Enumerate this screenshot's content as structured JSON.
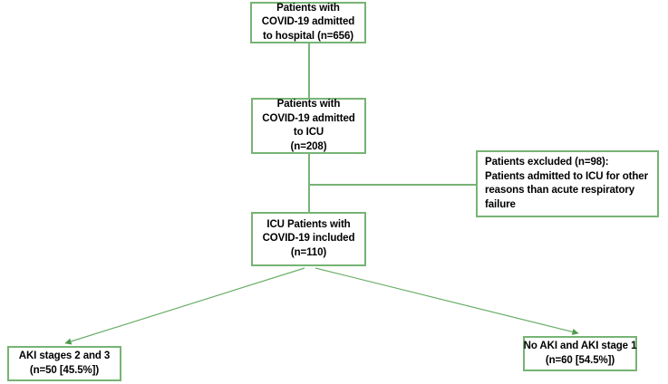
{
  "figure": {
    "type": "flowchart",
    "accent_color": "#76b474",
    "background_color": "#ffffff",
    "text_color": "#000000"
  },
  "nodes": {
    "hospital": {
      "id": "box-hospital",
      "lines": [
        "Patients with",
        "COVID-19 admitted",
        "to hospital (n=656)"
      ],
      "count": 656
    },
    "icu": {
      "id": "box-icu",
      "lines": [
        "Patients with",
        "COVID-19 admitted",
        "to ICU",
        "(n=208)"
      ],
      "count": 208
    },
    "excluded": {
      "id": "box-excluded",
      "lines": [
        "Patients excluded (n=98):",
        "Patients admitted to ICU for other reasons than acute respiratory failure"
      ],
      "count": 98
    },
    "included": {
      "id": "box-included",
      "lines": [
        "ICU Patients with",
        "COVID-19 included",
        "(n=110)"
      ],
      "count": 110
    },
    "aki_stages_2_3": {
      "id": "box-aki23",
      "lines": [
        "AKI stages 2 and 3",
        "(n=50 [45.5%])"
      ],
      "count": 50,
      "percent": "45.5%"
    },
    "no_aki_stage_1": {
      "id": "box-noaki",
      "lines": [
        "No AKI and AKI stage 1",
        "(n=60 [54.5%])"
      ],
      "count": 60,
      "percent": "54.5%"
    }
  },
  "edges": [
    {
      "from": "hospital",
      "to": "icu",
      "style": "straight-vertical",
      "arrowhead": false
    },
    {
      "from": "icu",
      "to": "included",
      "style": "straight-vertical",
      "arrowhead": false
    },
    {
      "from": "icu",
      "to": "excluded",
      "style": "elbow-right",
      "arrowhead": false
    },
    {
      "from": "included",
      "to": "aki_stages_2_3",
      "style": "diagonal-left",
      "arrowhead": true
    },
    {
      "from": "included",
      "to": "no_aki_stage_1",
      "style": "diagonal-right",
      "arrowhead": true
    }
  ]
}
